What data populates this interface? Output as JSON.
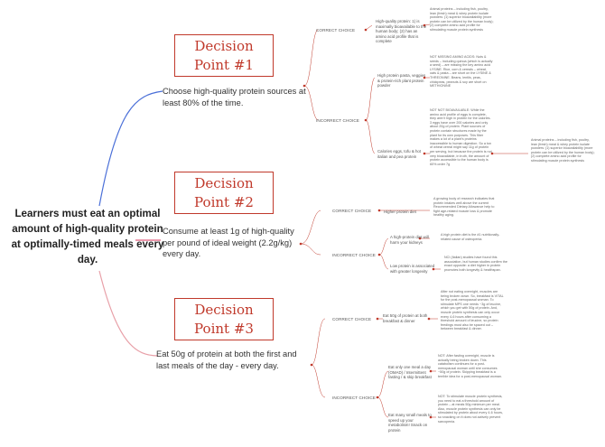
{
  "root": {
    "text": "Learners must eat an optimal amount of high-quality protein at optimally-timed meals every day."
  },
  "decision_points": [
    {
      "title_line1": "Decision",
      "title_line2": "Point #1",
      "summary": "Choose high-quality protein sources at least 80% of the time.",
      "correct_label": "CORRECT CHOICE",
      "incorrect_label": "INCORRECT CHOICE",
      "correct_option": "High-quality protein: 1) is maximally bioavailable to the human body; (2) has an amino acid profile that is complete",
      "correct_detail": "Animal proteins – including fish, poultry, lean (fresh) meat & whey protein isolate powders: (1) superior bioavailability (more protein can be utilized by the human body); (2) complete amino acid profile for stimulating muscle protein synthesis",
      "incorrect_options": [
        {
          "text": "High protein pasta, veggies & protein-rich plant protein powder",
          "detail": "NOT MISSING AMINO ACIDS: Nuts & seeds – including quinoa (which is actually a seed) – are missing the key amino acid LYSINE. Rice, corn & cereals – wheat, oats & pasta – are short on the LYSINE & THREONINE. Beans, lentils, peas, chickpeas, peanuts & soy are short on METHIONINE"
        },
        {
          "text": "Calories eggs, tofu & hot italian and pea protein",
          "detail": "NOT NOT BIOAVAILABLE: While the amino acid profile of eggs is complete, they aren't high in protein for the calories. 3 eggs have over 200 calories and only about 20g of protein. Plant sources of protein contain structures made by the plant for its own purposes. This fiber makes a lot of a plant's proteins inaccessible to human digestion. So a ton of wheat cereal might say 11g of protein per serving, but because the protein is not very bioavailable, in truth, the amount of protein accessible to the human body is 60% order 7g",
          "extra_detail": "Animal proteins – including fish, poultry, lean (fresh) meat & whey protein isolate powders: (1) superior bioavailability (more protein can be utilized by the human body); (2) complete amino acid profile for stimulating muscle protein synthesis"
        }
      ]
    },
    {
      "title_line1": "Decision",
      "title_line2": "Point #2",
      "summary": "Consume at least 1g of high-quality per pound of ideal weight (2.2g/kg) every day.",
      "correct_label": "CORRECT CHOICE",
      "incorrect_label": "INCORRECT CHOICE",
      "correct_option": "Higher protein diet",
      "correct_detail": "A growing body of research indicates that protein intakes well above the current Recommended Dietary Allowance help to fight age-related muscle loss & promote healthy aging.",
      "incorrect_options": [
        {
          "text": "A high-protein diet will harm your kidneys",
          "detail": "A high protein diet is the #1 nutritionally-related cause of osteopenia."
        },
        {
          "text": "Low protein is associated with greater longevity",
          "detail": "NCI (Italian) studies have found this association, but human studies confirm the exact opposite: a diet higher in protein promotes both longevity & healthspan."
        }
      ]
    },
    {
      "title_line1": "Decision",
      "title_line2": "Point #3",
      "summary": "Eat 50g of protein at both the first and last meals of the day - every day.",
      "correct_label": "CORRECT CHOICE",
      "incorrect_label": "INCORRECT CHOICE",
      "correct_option": "Eat 50g of protein at both breakfast & dinner",
      "correct_detail": "After not eating overnight, muscles are being broken down. So, breakfast is VITAL for the post-menopausal woman. To stimulate MPS one needs ~3g of leucine, which you get with 50g of protein. And, muscle protein synthesis can only occur every 4-6 hours after consuming a threshold amount of leucine, so protein feedings must also be spaced out – between breakfast & dinner.",
      "incorrect_options": [
        {
          "text": "Eat only one meal a day (OMAD) / Intermittent fasting / & skip breakfast",
          "detail": "NOT: After fasting overnight, muscle is actually being broken down. This catabolism continues for a post-menopausal woman until she consumes ~50g of protein. Skipping breakfast is a terrible idea for a post-menopausal woman."
        },
        {
          "text": "Eat many small meals to speed up your metabolism! Snack on protein",
          "detail": "NOT: To stimulate muscle protein synthesis, you need to eat a threshold amount of protein – at meals 50g minimum per meal. Also, muscle protein synthesis can only be stimulated by protein about every 4-6 hours, so snacking on it does not actively prevent sarcopenia."
        }
      ]
    }
  ],
  "colors": {
    "dp1_curve": "#4a6fd8",
    "dp2_curve": "#e05a7a",
    "dp3_curve": "#e8a0a8",
    "box": "#c0392b",
    "connector": "#c0392b"
  }
}
